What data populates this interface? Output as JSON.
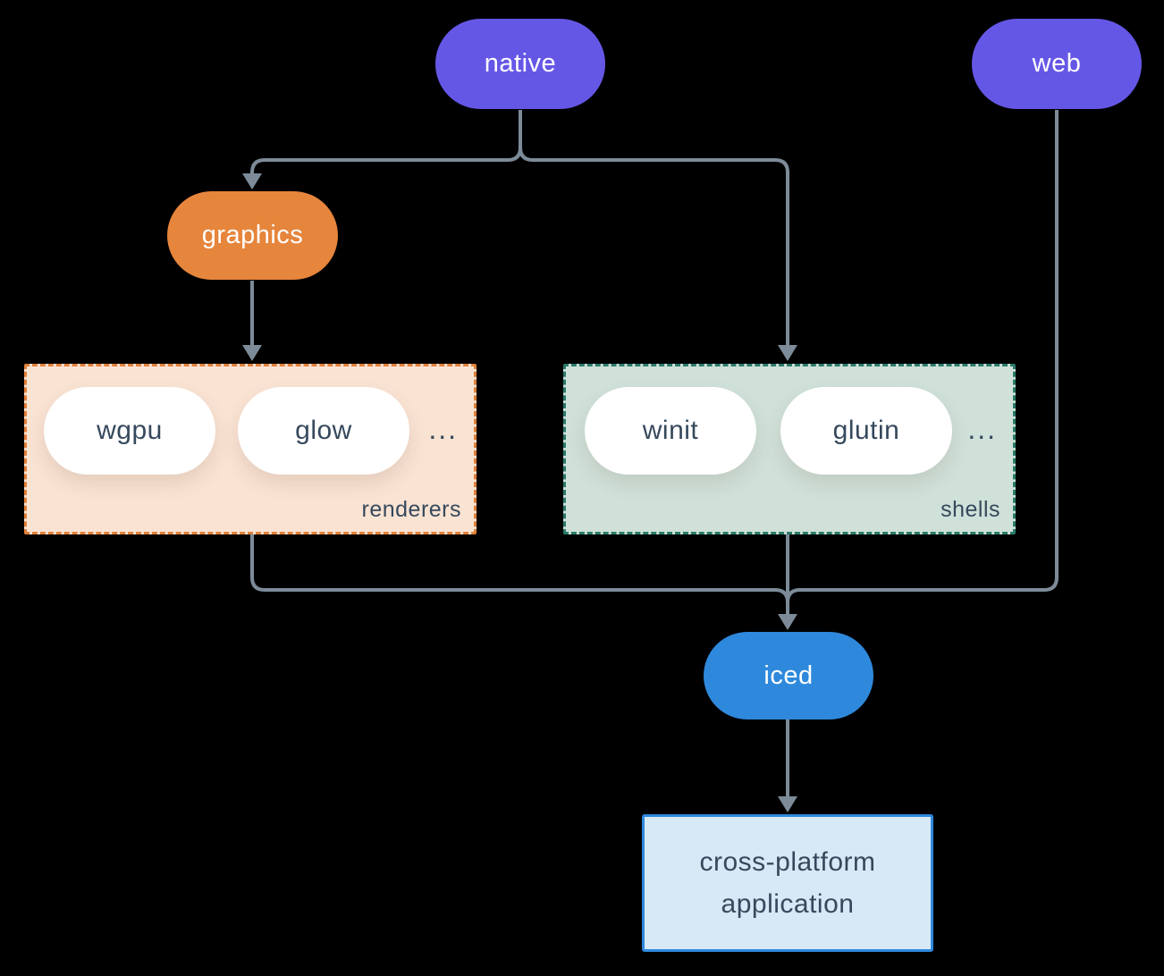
{
  "diagram": {
    "background_color": "#000000",
    "line_color": "#7d8b99",
    "text_dark_color": "#36495c",
    "nodes": {
      "native": {
        "label": "native",
        "color": "#6557e6",
        "text_color": "#ffffff"
      },
      "web": {
        "label": "web",
        "color": "#6557e6",
        "text_color": "#ffffff"
      },
      "graphics": {
        "label": "graphics",
        "color": "#e6853c",
        "text_color": "#ffffff"
      },
      "iced": {
        "label": "iced",
        "color": "#2e89dc",
        "text_color": "#ffffff"
      },
      "app": {
        "label": "cross-platform\napplication",
        "fill": "#d7e8f7",
        "border": "#2f88dd",
        "text_color": "#36495c"
      }
    },
    "groups": {
      "renderers": {
        "label": "renderers",
        "fill": "#f9e3d3",
        "border": "#e0803a",
        "items": [
          "wgpu",
          "glow"
        ],
        "ellipsis": "..."
      },
      "shells": {
        "label": "shells",
        "fill": "#cfe1d9",
        "border": "#2b7a69",
        "items": [
          "winit",
          "glutin"
        ],
        "ellipsis": "..."
      }
    },
    "edges": [
      {
        "from": "native",
        "to": "graphics"
      },
      {
        "from": "native",
        "to": "shells"
      },
      {
        "from": "graphics",
        "to": "renderers"
      },
      {
        "from": "renderers",
        "to": "iced"
      },
      {
        "from": "shells",
        "to": "iced"
      },
      {
        "from": "web",
        "to": "iced"
      },
      {
        "from": "iced",
        "to": "cross-platform application"
      }
    ]
  }
}
